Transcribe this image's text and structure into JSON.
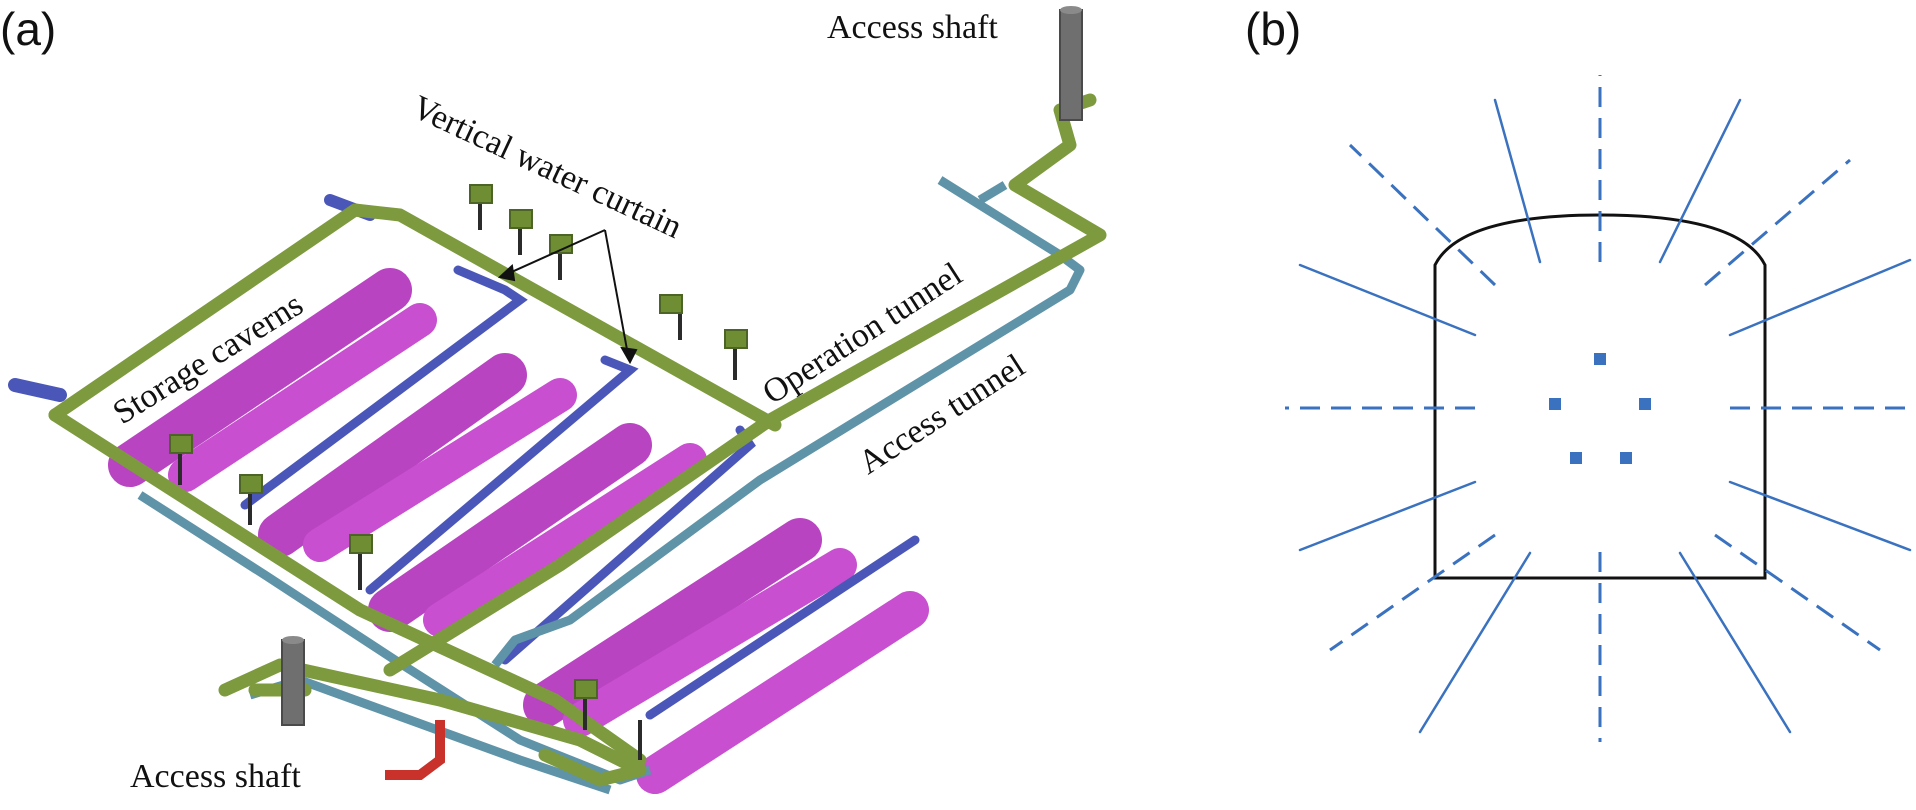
{
  "panel_a": {
    "label": "(a)",
    "annotations": {
      "access_shaft_top": "Access shaft",
      "vertical_water_curtain": "Vertical water curtain",
      "storage_caverns": "Storage caverns",
      "operation_tunnel": "Operation tunnel",
      "access_tunnel": "Access tunnel",
      "access_shaft_bottom": "Access shaft"
    }
  },
  "panel_b": {
    "label": "(b)"
  },
  "colors": {
    "cavern": "#c84fd0",
    "cavern_shade": "#9a2ea6",
    "operation_tunnel": "#7d9a3e",
    "access_tunnel": "#5f93a8",
    "water_curtain": "#4b57b8",
    "shaft": "#6f6f6f",
    "shaft_red": "#c8322a",
    "boreholes": "#3a72c0",
    "outline": "#111111"
  }
}
